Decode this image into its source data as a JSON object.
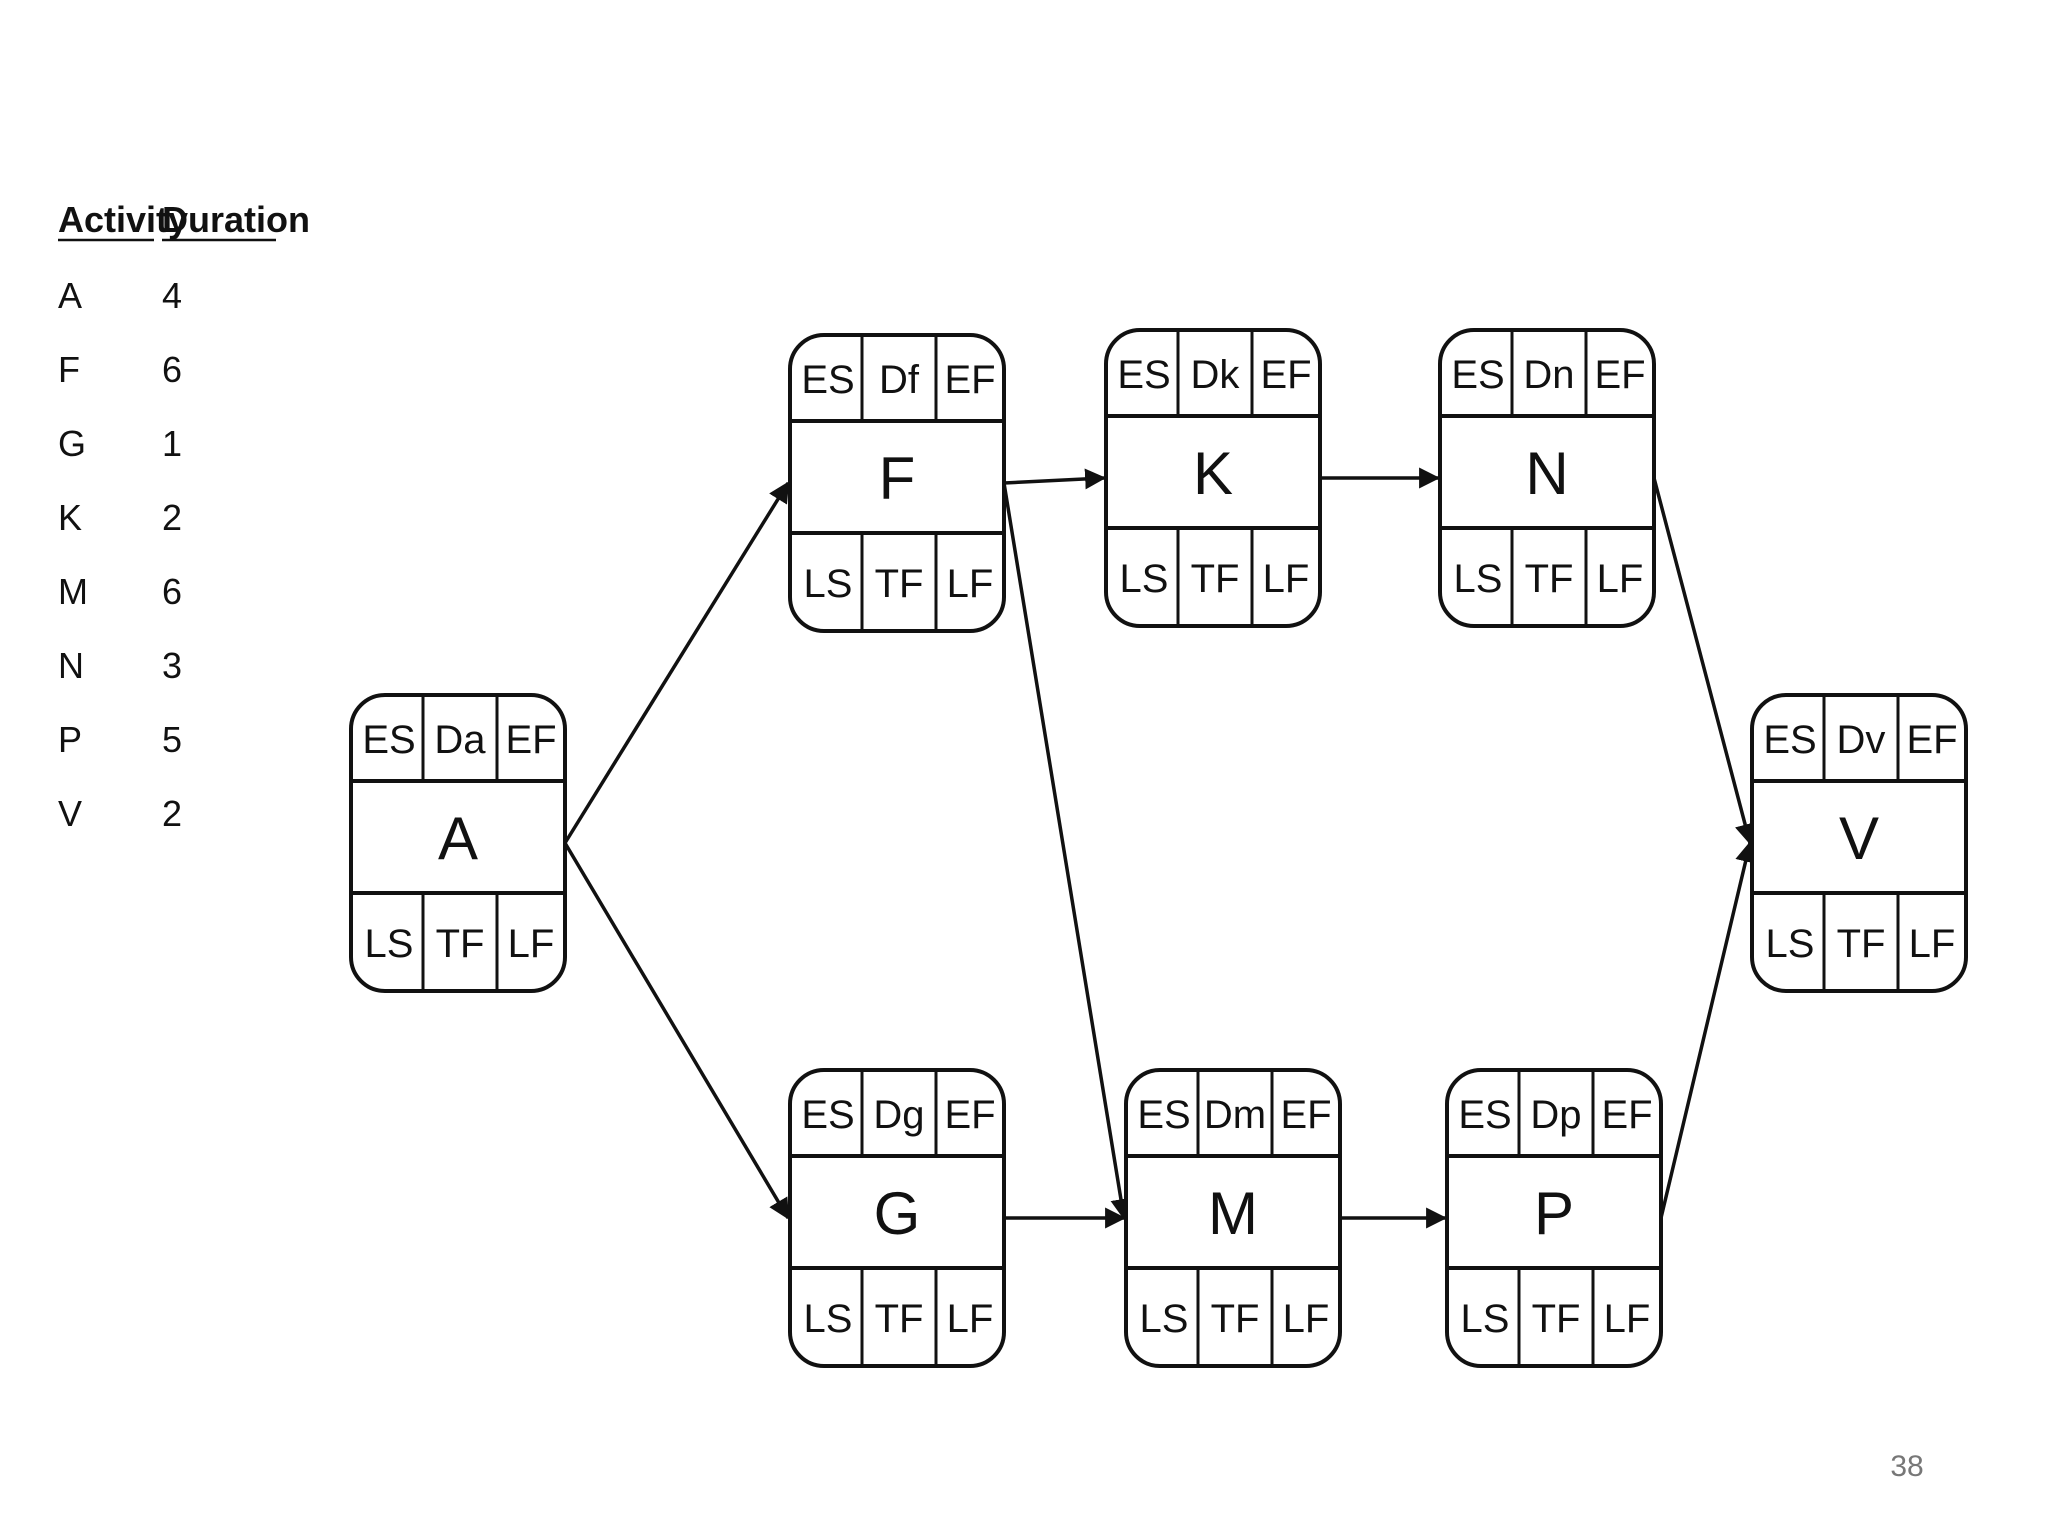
{
  "table": {
    "headers": [
      "Activity",
      "Duration"
    ],
    "rows": [
      {
        "activity": "A",
        "duration": "4"
      },
      {
        "activity": "F",
        "duration": "6"
      },
      {
        "activity": "G",
        "duration": "1"
      },
      {
        "activity": "K",
        "duration": "2"
      },
      {
        "activity": "M",
        "duration": "6"
      },
      {
        "activity": "N",
        "duration": "3"
      },
      {
        "activity": "P",
        "duration": "5"
      },
      {
        "activity": "V",
        "duration": "2"
      }
    ]
  },
  "nodes": [
    {
      "id": "A",
      "name": "A",
      "top": [
        "ES",
        "Da",
        "EF"
      ],
      "bottom": [
        "LS",
        "TF",
        "LF"
      ]
    },
    {
      "id": "F",
      "name": "F",
      "top": [
        "ES",
        "Df",
        "EF"
      ],
      "bottom": [
        "LS",
        "TF",
        "LF"
      ]
    },
    {
      "id": "G",
      "name": "G",
      "top": [
        "ES",
        "Dg",
        "EF"
      ],
      "bottom": [
        "LS",
        "TF",
        "LF"
      ]
    },
    {
      "id": "K",
      "name": "K",
      "top": [
        "ES",
        "Dk",
        "EF"
      ],
      "bottom": [
        "LS",
        "TF",
        "LF"
      ]
    },
    {
      "id": "M",
      "name": "M",
      "top": [
        "ES",
        "Dm",
        "EF"
      ],
      "bottom": [
        "LS",
        "TF",
        "LF"
      ]
    },
    {
      "id": "N",
      "name": "N",
      "top": [
        "ES",
        "Dn",
        "EF"
      ],
      "bottom": [
        "LS",
        "TF",
        "LF"
      ]
    },
    {
      "id": "P",
      "name": "P",
      "top": [
        "ES",
        "Dp",
        "EF"
      ],
      "bottom": [
        "LS",
        "TF",
        "LF"
      ]
    },
    {
      "id": "V",
      "name": "V",
      "top": [
        "ES",
        "Dv",
        "EF"
      ],
      "bottom": [
        "LS",
        "TF",
        "LF"
      ]
    }
  ],
  "edges": [
    {
      "from": "A",
      "to": "F"
    },
    {
      "from": "A",
      "to": "G"
    },
    {
      "from": "F",
      "to": "K"
    },
    {
      "from": "F",
      "to": "M"
    },
    {
      "from": "G",
      "to": "M"
    },
    {
      "from": "K",
      "to": "N"
    },
    {
      "from": "M",
      "to": "P"
    },
    {
      "from": "N",
      "to": "V"
    },
    {
      "from": "P",
      "to": "V"
    }
  ],
  "page_number": "38"
}
